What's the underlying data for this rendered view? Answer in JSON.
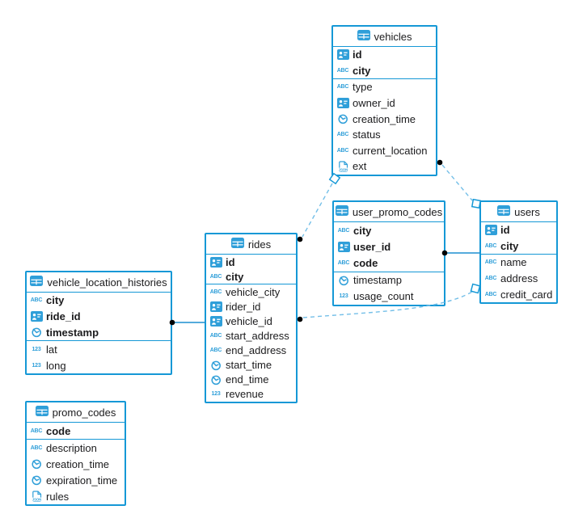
{
  "diagram": {
    "tables": [
      {
        "name": "vehicles",
        "columns": [
          {
            "name": "id",
            "icon": "id-badge",
            "key": true
          },
          {
            "name": "city",
            "icon": "text",
            "key": true
          },
          {
            "name": "type",
            "icon": "text",
            "key": false
          },
          {
            "name": "owner_id",
            "icon": "id-badge",
            "key": false
          },
          {
            "name": "creation_time",
            "icon": "clock",
            "key": false
          },
          {
            "name": "status",
            "icon": "text",
            "key": false
          },
          {
            "name": "current_location",
            "icon": "text",
            "key": false
          },
          {
            "name": "ext",
            "icon": "json",
            "key": false
          }
        ]
      },
      {
        "name": "user_promo_codes",
        "columns": [
          {
            "name": "city",
            "icon": "text",
            "key": true
          },
          {
            "name": "user_id",
            "icon": "id-badge",
            "key": true
          },
          {
            "name": "code",
            "icon": "text",
            "key": true
          },
          {
            "name": "timestamp",
            "icon": "clock",
            "key": false
          },
          {
            "name": "usage_count",
            "icon": "number",
            "key": false
          }
        ]
      },
      {
        "name": "users",
        "columns": [
          {
            "name": "id",
            "icon": "id-badge",
            "key": true
          },
          {
            "name": "city",
            "icon": "text",
            "key": true
          },
          {
            "name": "name",
            "icon": "text",
            "key": false
          },
          {
            "name": "address",
            "icon": "text",
            "key": false
          },
          {
            "name": "credit_card",
            "icon": "text",
            "key": false
          }
        ]
      },
      {
        "name": "rides",
        "columns": [
          {
            "name": "id",
            "icon": "id-badge",
            "key": true
          },
          {
            "name": "city",
            "icon": "text",
            "key": true
          },
          {
            "name": "vehicle_city",
            "icon": "text",
            "key": false
          },
          {
            "name": "rider_id",
            "icon": "id-badge",
            "key": false
          },
          {
            "name": "vehicle_id",
            "icon": "id-badge",
            "key": false
          },
          {
            "name": "start_address",
            "icon": "text",
            "key": false
          },
          {
            "name": "end_address",
            "icon": "text",
            "key": false
          },
          {
            "name": "start_time",
            "icon": "clock",
            "key": false
          },
          {
            "name": "end_time",
            "icon": "clock",
            "key": false
          },
          {
            "name": "revenue",
            "icon": "number",
            "key": false
          }
        ]
      },
      {
        "name": "vehicle_location_histories",
        "columns": [
          {
            "name": "city",
            "icon": "text",
            "key": true
          },
          {
            "name": "ride_id",
            "icon": "id-badge",
            "key": true
          },
          {
            "name": "timestamp",
            "icon": "clock",
            "key": true
          },
          {
            "name": "lat",
            "icon": "number",
            "key": false
          },
          {
            "name": "long",
            "icon": "number",
            "key": false
          }
        ]
      },
      {
        "name": "promo_codes",
        "columns": [
          {
            "name": "code",
            "icon": "text",
            "key": true
          },
          {
            "name": "description",
            "icon": "text",
            "key": false
          },
          {
            "name": "creation_time",
            "icon": "clock",
            "key": false
          },
          {
            "name": "expiration_time",
            "icon": "clock",
            "key": false
          },
          {
            "name": "rules",
            "icon": "json",
            "key": false
          }
        ]
      }
    ],
    "relations": [
      {
        "from": "vehicles",
        "to": "rides",
        "style": "dashed"
      },
      {
        "from": "vehicles",
        "to": "users",
        "style": "dashed"
      },
      {
        "from": "user_promo_codes",
        "to": "users",
        "style": "solid"
      },
      {
        "from": "rides",
        "to": "users",
        "style": "dashed"
      },
      {
        "from": "vehicle_location_histories",
        "to": "rides",
        "style": "solid"
      }
    ]
  },
  "colors": {
    "table_border": "#1598d6",
    "icon_blue": "#2f9fd9",
    "dashed_line": "#74bfe8",
    "solid_line": "#1d8fd0",
    "connector_dot": "#000000",
    "text": "#1b1b1d"
  }
}
